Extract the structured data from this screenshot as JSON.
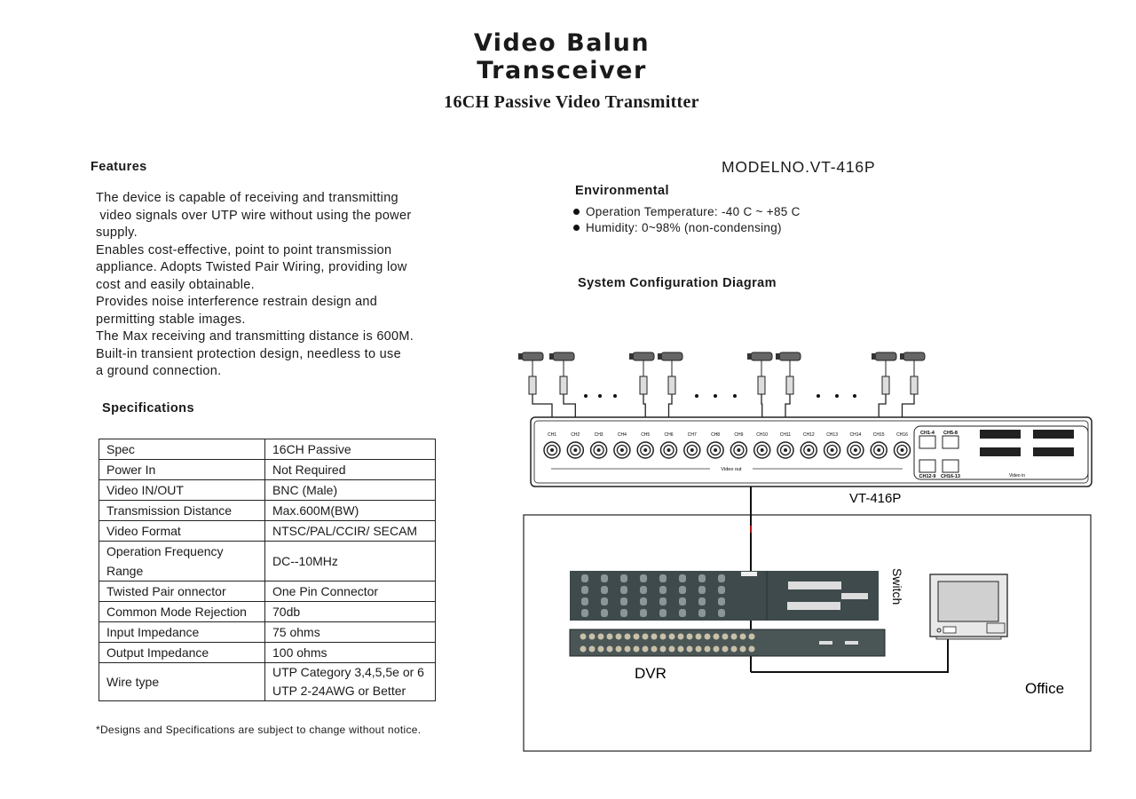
{
  "header": {
    "title_line1": "Video Balun",
    "title_line2": "Transceiver",
    "subtitle": "16CH Passive Video Transmitter"
  },
  "features": {
    "heading": "Features",
    "lines": [
      "The device is capable of receiving and transmitting",
      " video signals over UTP wire without using the power",
      "supply.",
      "Enables cost-effective, point to point transmission",
      "appliance. Adopts Twisted Pair Wiring, providing low",
      "cost and easily obtainable.",
      "Provides noise interference restrain design and",
      "permitting stable images.",
      "The Max receiving and transmitting distance is 600M.",
      "Built-in transient protection design, needless to use",
      "a ground connection."
    ]
  },
  "specifications": {
    "heading": "Specifications",
    "rows": [
      {
        "label": "Spec",
        "value": "16CH Passive"
      },
      {
        "label": "Power In",
        "value": "Not Required"
      },
      {
        "label": "Video IN/OUT",
        "value": "BNC (Male)"
      },
      {
        "label": "Transmission Distance",
        "value": "Max.600M(BW)"
      },
      {
        "label": "Video Format",
        "value": "NTSC/PAL/CCIR/ SECAM"
      },
      {
        "label": "Operation Frequency Range",
        "value": "DC--10MHz"
      },
      {
        "label": "Twisted Pair onnector",
        "value": "One Pin Connector"
      },
      {
        "label": "Common Mode Rejection",
        "value": "70db"
      },
      {
        "label": "Input Impedance",
        "value": "75 ohms"
      },
      {
        "label": "Output Impedance",
        "value": "100 ohms"
      },
      {
        "label": "Wire type",
        "value": "UTP Category 3,4,5,5e or 6",
        "value2": "UTP 2-24AWG or Better"
      }
    ],
    "footnote": "*Designs and Specifications are subject to change without notice."
  },
  "model": "MODELNO.VT-416P",
  "environmental": {
    "heading": "Environmental",
    "items": [
      "Operation Temperature: -40 C ~ +85 C",
      "Humidity: 0~98% (non-condensing)"
    ]
  },
  "diagram": {
    "heading": "System Configuration Diagram",
    "channels": [
      "CH1",
      "CH2",
      "CH3",
      "CH4",
      "CH5",
      "CH6",
      "CH7",
      "CH8",
      "CH9",
      "CH10",
      "CH11",
      "CH12",
      "CH13",
      "CH14",
      "CH15",
      "CH16"
    ],
    "video_out": "Video out",
    "video_in": "Video in",
    "rj45_labels": [
      "CH1-4",
      "CH5-8",
      "CH12-9",
      "CH16-13"
    ],
    "device_label": "VT-416P",
    "switch_label": "Switch",
    "dvr_label": "DVR",
    "office_label": "Office"
  }
}
